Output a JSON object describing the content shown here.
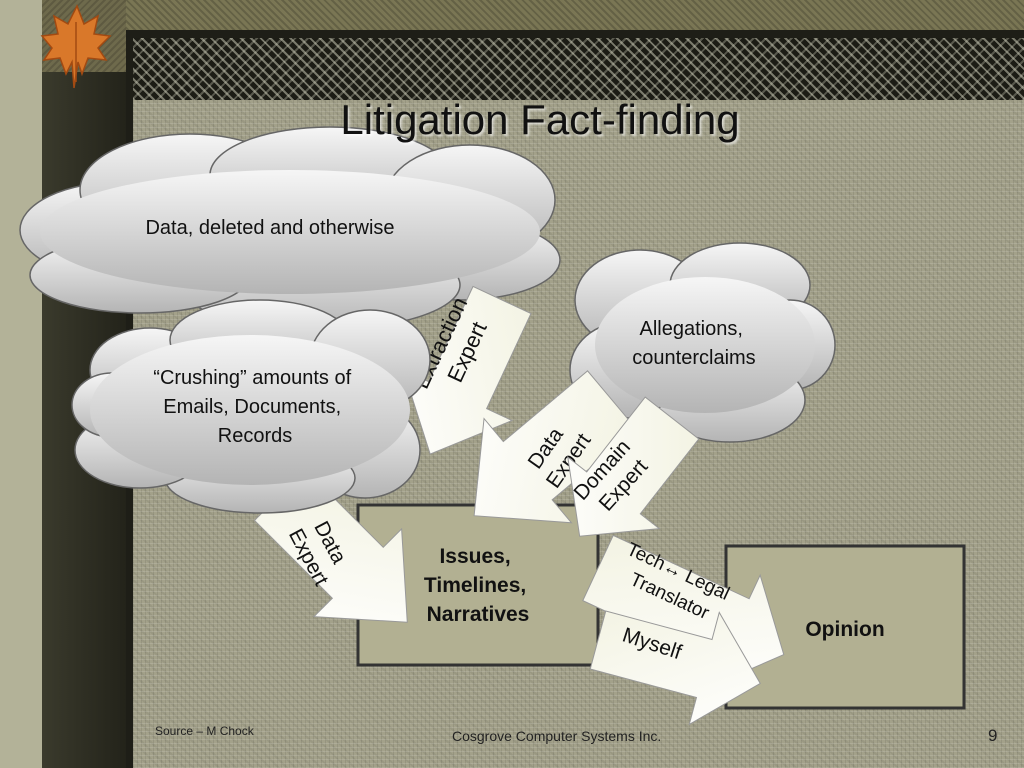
{
  "slide": {
    "title": "Litigation Fact-finding",
    "source": "Source – M Chock",
    "company": "Cosgrove Computer Systems Inc.",
    "page_number": "9"
  },
  "clouds": {
    "data_deleted": [
      "Data, deleted and otherwise"
    ],
    "crushing": [
      "“Crushing” amounts of",
      "Emails, Documents,",
      "Records"
    ],
    "allegations": [
      "Allegations,",
      "counterclaims"
    ]
  },
  "boxes": {
    "issues": [
      "Issues,",
      "Timelines,",
      "Narratives"
    ],
    "opinion": "Opinion"
  },
  "arrows": {
    "extraction_expert": [
      "Extraction",
      "Expert"
    ],
    "data_expert_right": [
      "Data",
      "Expert"
    ],
    "domain_expert": [
      "Domain",
      "Expert"
    ],
    "data_expert_left": [
      "Data",
      "Expert"
    ],
    "tech_legal": [
      "Tech↔ Legal",
      "Translator"
    ],
    "myself": "Myself"
  },
  "colors": {
    "cloud_fill_top": "#f4f4f4",
    "cloud_fill_bottom": "#b9b9b9",
    "arrow_fill": "#fffff0",
    "box_fill": "#b2b092",
    "box_border": "#333333"
  }
}
